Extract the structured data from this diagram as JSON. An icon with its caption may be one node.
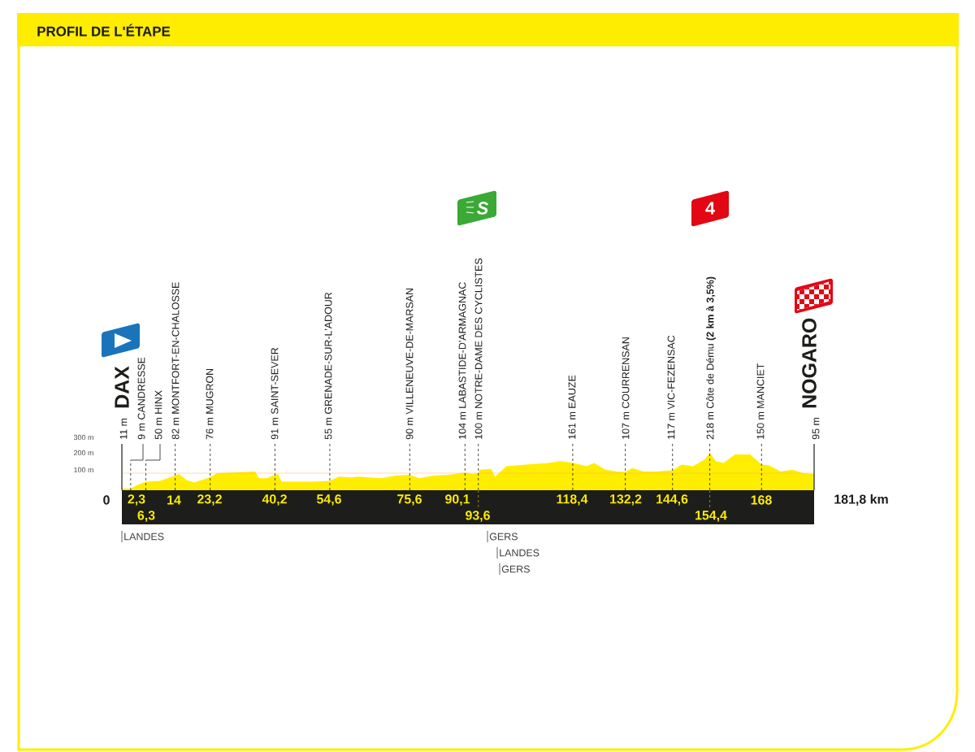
{
  "diagram": {
    "title": "PROFIL DE L'ÉTAPE",
    "labels": [
      "S",
      "4",
      "DAX",
      "11 m",
      "9 m CANDRESSE",
      "50 m HINX",
      "82 m MONTFORT-EN-CHALOSSE",
      "76 m MUGRON",
      "91 m SAINT-SEVER",
      "55 m GRENADE-SUR-L'ADOUR",
      "90 m VILLENEUVE-DE-MARSAN",
      "104 m LABASTIDE-D'ARMAGNAC",
      "100 m NOTRE-DAME DES CYCLISTES",
      "161 m EAUZE",
      "107 m COURRENSAN",
      "117 m VIC-FEZENSAC",
      "218 m Côte de Dému **(2 km à 3,5%)**",
      "150 m MANCIET",
      "95 m",
      "NOGARO",
      "300 m",
      "200 m",
      "100 m",
      "0",
      "2,3",
      "14",
      "23,2",
      "40,2",
      "54,6",
      "75,6",
      "90,1",
      "118,4",
      "132,2",
      "144,6",
      "168",
      "181,8 km",
      "6,3",
      "93,6",
      "154,4",
      "LANDES",
      "GERS",
      "LANDES",
      "GERS"
    ]
  }
}
